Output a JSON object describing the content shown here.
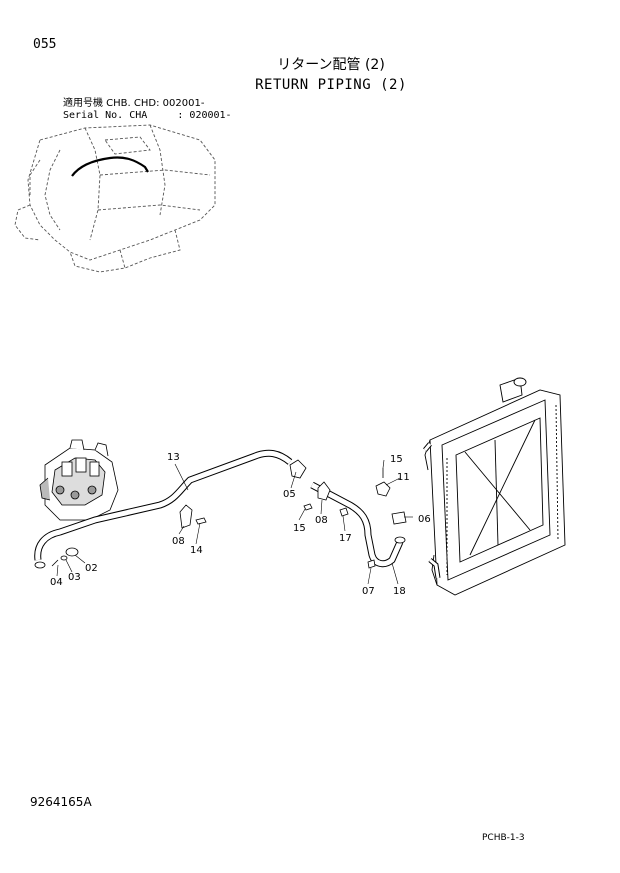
{
  "header": {
    "page_number": "055",
    "title_jp": "リターン配管 (2)",
    "title_en": "RETURN PIPING (2)",
    "serial_line_1": "適用号機 CHB. CHD: 002001-",
    "serial_line_2": "Serial No. CHA     : 020001-"
  },
  "callouts": {
    "c13": "13",
    "c05": "05",
    "c15a": "15",
    "c11": "11",
    "c06": "06",
    "c15b": "15",
    "c08a": "08",
    "c17": "17",
    "c08b": "08",
    "c14": "14",
    "c02": "02",
    "c03": "03",
    "c04": "04",
    "c07": "07",
    "c18": "18"
  },
  "footer": {
    "document_number": "9264165A",
    "page_code": "PCHB-1-3"
  }
}
